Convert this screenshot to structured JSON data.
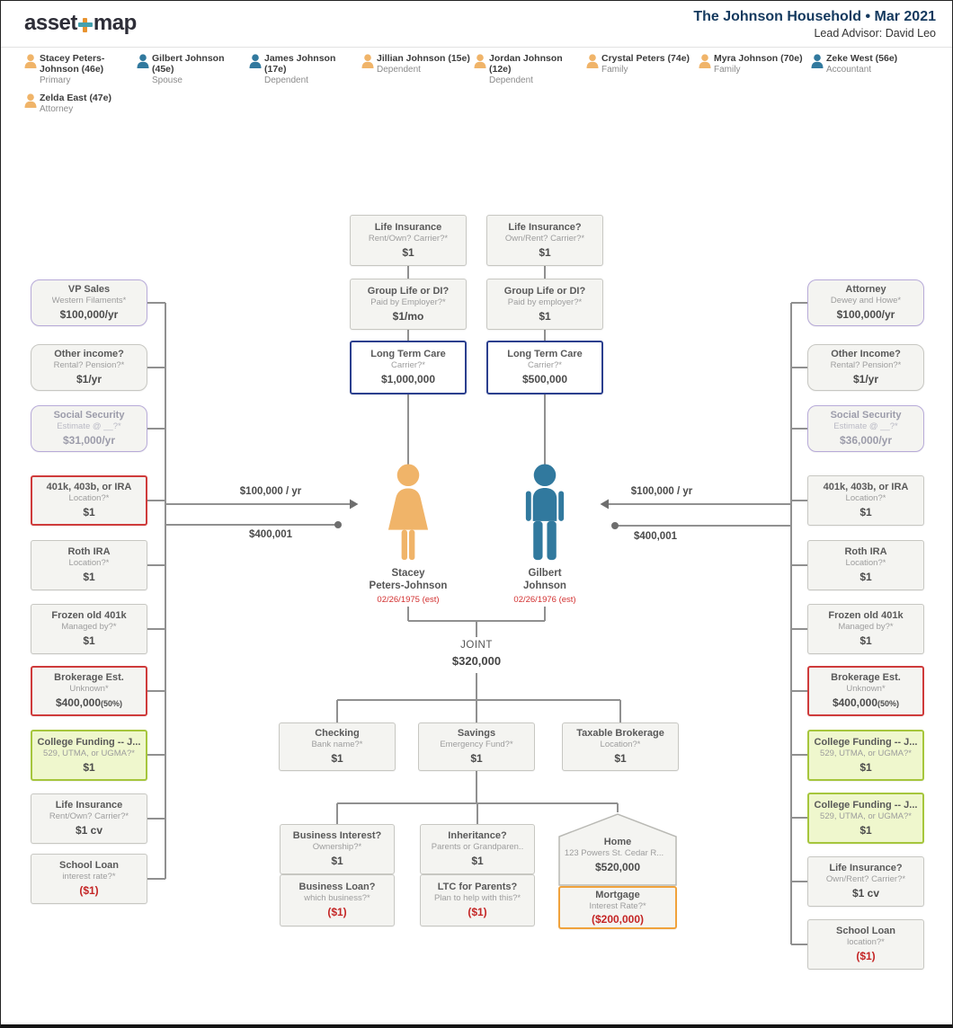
{
  "header": {
    "logo_asset": "asset",
    "logo_map": "map",
    "title": "The Johnson Household • Mar 2021",
    "subtitle": "Lead Advisor: David Leo"
  },
  "members": [
    {
      "name": "Stacey Peters-Johnson (46e)",
      "role": "Primary"
    },
    {
      "name": "Gilbert Johnson (45e)",
      "role": "Spouse"
    },
    {
      "name": "James Johnson (17e)",
      "role": "Dependent"
    },
    {
      "name": "Jillian Johnson (15e)",
      "role": "Dependent"
    },
    {
      "name": "Jordan Johnson (12e)",
      "role": "Dependent"
    },
    {
      "name": "Crystal Peters (74e)",
      "role": "Family"
    },
    {
      "name": "Myra Johnson (70e)",
      "role": "Family"
    },
    {
      "name": "Zeke West (56e)",
      "role": "Accountant"
    },
    {
      "name": "Zelda East (47e)",
      "role": "Attorney"
    }
  ],
  "persons": {
    "stacey": {
      "first": "Stacey",
      "last": "Peters-Johnson",
      "dob": "02/26/1975 (est)"
    },
    "gilbert": {
      "first": "Gilbert",
      "last": "Johnson",
      "dob": "02/26/1976 (est)"
    }
  },
  "flows": {
    "stacey_income": "$100,000 / yr",
    "stacey_transfer": "$400,001",
    "gilbert_income": "$100,000 / yr",
    "gilbert_transfer": "$400,001"
  },
  "joint": {
    "label": "JOINT",
    "value": "$320,000"
  },
  "stacks": {
    "stacey": [
      {
        "title": "Life Insurance",
        "subtitle": "Rent/Own? Carrier?*",
        "value": "$1"
      },
      {
        "title": "Group Life or DI?",
        "subtitle": "Paid by Employer?*",
        "value": "$1/mo"
      },
      {
        "title": "Long Term Care",
        "subtitle": "Carrier?*",
        "value": "$1,000,000"
      }
    ],
    "gilbert": [
      {
        "title": "Life Insurance?",
        "subtitle": "Own/Rent? Carrier?*",
        "value": "$1"
      },
      {
        "title": "Group Life or DI?",
        "subtitle": "Paid by employer?*",
        "value": "$1"
      },
      {
        "title": "Long Term Care",
        "subtitle": "Carrier?*",
        "value": "$500,000"
      }
    ]
  },
  "left_column": [
    {
      "title": "VP Sales",
      "subtitle": "Western Filaments*",
      "value": "$100,000/yr"
    },
    {
      "title": "Other income?",
      "subtitle": "Rental? Pension?*",
      "value": "$1/yr"
    },
    {
      "title": "Social Security",
      "subtitle": "Estimate @ __?*",
      "value": "$31,000/yr"
    },
    {
      "title": "401k, 403b, or IRA",
      "subtitle": "Location?*",
      "value": "$1"
    },
    {
      "title": "Roth IRA",
      "subtitle": "Location?*",
      "value": "$1"
    },
    {
      "title": "Frozen old 401k",
      "subtitle": "Managed by?*",
      "value": "$1"
    },
    {
      "title": "Brokerage Est.",
      "subtitle": "Unknown*",
      "value": "$400,000",
      "value_suffix": "(50%)"
    },
    {
      "title": "College Funding -- J...",
      "subtitle": "529, UTMA, or UGMA?*",
      "value": "$1"
    },
    {
      "title": "Life Insurance",
      "subtitle": "Rent/Own? Carrier?*",
      "value": "$1 cv"
    },
    {
      "title": "School Loan",
      "subtitle": "interest rate?*",
      "value": "($1)"
    }
  ],
  "right_column": [
    {
      "title": "Attorney",
      "subtitle": "Dewey and Howe*",
      "value": "$100,000/yr"
    },
    {
      "title": "Other Income?",
      "subtitle": "Rental? Pension?*",
      "value": "$1/yr"
    },
    {
      "title": "Social Security",
      "subtitle": "Estimate @ __?*",
      "value": "$36,000/yr"
    },
    {
      "title": "401k, 403b, or IRA",
      "subtitle": "Location?*",
      "value": "$1"
    },
    {
      "title": "Roth IRA",
      "subtitle": "Location?*",
      "value": "$1"
    },
    {
      "title": "Frozen old 401k",
      "subtitle": "Managed by?*",
      "value": "$1"
    },
    {
      "title": "Brokerage Est.",
      "subtitle": "Unknown*",
      "value": "$400,000",
      "value_suffix": "(50%)"
    },
    {
      "title": "College Funding -- J...",
      "subtitle": "529, UTMA, or UGMA?*",
      "value": "$1"
    },
    {
      "title": "College Funding -- J...",
      "subtitle": "529, UTMA, or UGMA?*",
      "value": "$1"
    },
    {
      "title": "Life Insurance?",
      "subtitle": "Own/Rent? Carrier?*",
      "value": "$1 cv"
    },
    {
      "title": "School Loan",
      "subtitle": "location?*",
      "value": "($1)"
    }
  ],
  "joint_row": [
    {
      "title": "Checking",
      "subtitle": "Bank name?*",
      "value": "$1"
    },
    {
      "title": "Savings",
      "subtitle": "Emergency Fund?*",
      "value": "$1"
    },
    {
      "title": "Taxable Brokerage",
      "subtitle": "Location?*",
      "value": "$1"
    }
  ],
  "bottom": {
    "business": {
      "title": "Business Interest?",
      "subtitle": "Ownership?*",
      "value": "$1"
    },
    "business_loan": {
      "title": "Business Loan?",
      "subtitle": "which business?*",
      "value": "($1)"
    },
    "inheritance": {
      "title": "Inheritance?",
      "subtitle": "Parents or Grandparen..",
      "value": "$1"
    },
    "ltc_parents": {
      "title": "LTC for Parents?",
      "subtitle": "Plan to help with this?*",
      "value": "($1)"
    },
    "home": {
      "title": "Home",
      "subtitle": "123 Powers St. Cedar R...",
      "value": "$520,000"
    },
    "mortgage": {
      "title": "Mortgage",
      "subtitle": "Interest Rate?*",
      "value": "($200,000)"
    }
  },
  "colors": {
    "female_icon": "#f0b469",
    "male_icon": "#31799e",
    "negative_value": "#c42525",
    "ltc_border": "#2b3f8e",
    "alert_border": "#cf3b3b",
    "college_border": "#a6c63c",
    "mortgage_border": "#f0a23c",
    "wire": "#909090"
  }
}
